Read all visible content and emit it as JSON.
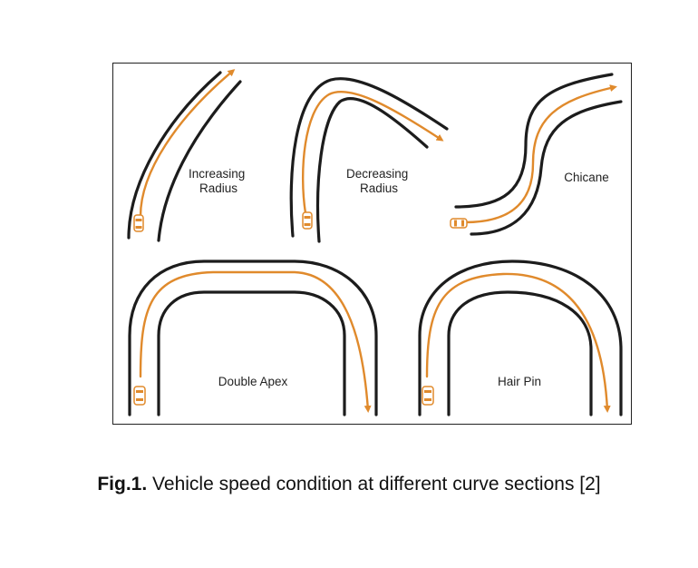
{
  "figure": {
    "panels": [
      {
        "id": "increasing-radius",
        "label_lines": [
          "Increasing",
          "Radius"
        ]
      },
      {
        "id": "decreasing-radius",
        "label_lines": [
          "Decreasing",
          "Radius"
        ]
      },
      {
        "id": "chicane",
        "label_lines": [
          "Chicane"
        ]
      },
      {
        "id": "double-apex",
        "label_lines": [
          "Double Apex"
        ]
      },
      {
        "id": "hair-pin",
        "label_lines": [
          "Hair Pin"
        ]
      }
    ],
    "colors": {
      "road": "#1c1c1c",
      "path": "#e08a2c",
      "car": "#e08a2c"
    }
  },
  "caption": {
    "prefix": "Fig.1.",
    "text": " Vehicle speed condition at different curve sections [2]"
  }
}
